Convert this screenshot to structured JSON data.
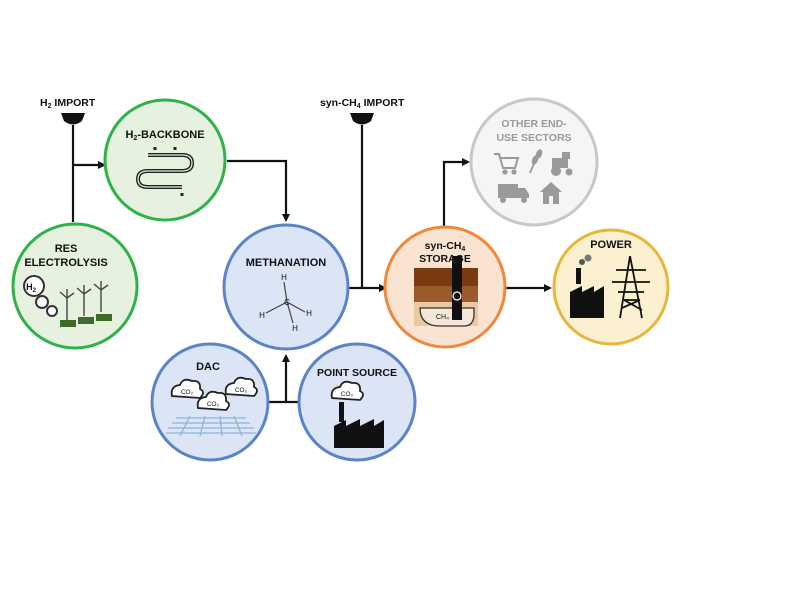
{
  "imports": {
    "h2_import": {
      "prefix": "H",
      "sub": "2",
      "suffix": " IMPORT"
    },
    "synch4_import": {
      "prefix": "syn-CH",
      "sub": "4",
      "suffix": " IMPORT"
    }
  },
  "nodes": {
    "res_electrolysis": {
      "line1": "RES",
      "line2": "ELECTROLYSIS",
      "h2_letter": "H",
      "h2_sub": "2"
    },
    "h2_backbone": {
      "prefix": "H",
      "sub": "2",
      "suffix": "-BACKBONE"
    },
    "methanation": {
      "label": "METHANATION",
      "atom_c": "C",
      "atom_h1": "H",
      "atom_h2": "H",
      "atom_h3": "H",
      "atom_h4": "H"
    },
    "dac": {
      "label": "DAC",
      "co2_a": "CO₂",
      "co2_b": "CO₂",
      "co2_c": "CO₂"
    },
    "point_source": {
      "label": "POINT SOURCE",
      "co2": "CO₂"
    },
    "synch4_storage": {
      "line1_prefix": "syn-CH",
      "line1_sub": "4",
      "line2": "STORAGE",
      "ch4_label": "CH₄"
    },
    "other_sectors": {
      "line1": "OTHER END-",
      "line2": "USE SECTORS"
    },
    "power": {
      "label": "POWER"
    }
  },
  "colors": {
    "green_border": "#2fb24a",
    "green_fill": "#e6f2df",
    "blue_border": "#5b83c8",
    "blue_fill": "#dbe5f5",
    "orange_border": "#f0883a",
    "orange_fill": "#fbe3d2",
    "gray_border": "#c8c8c8",
    "gray_fill": "#f5f5f5",
    "yellow_border": "#e6b73c",
    "yellow_fill": "#fbf0cf",
    "arrow": "#111111"
  }
}
